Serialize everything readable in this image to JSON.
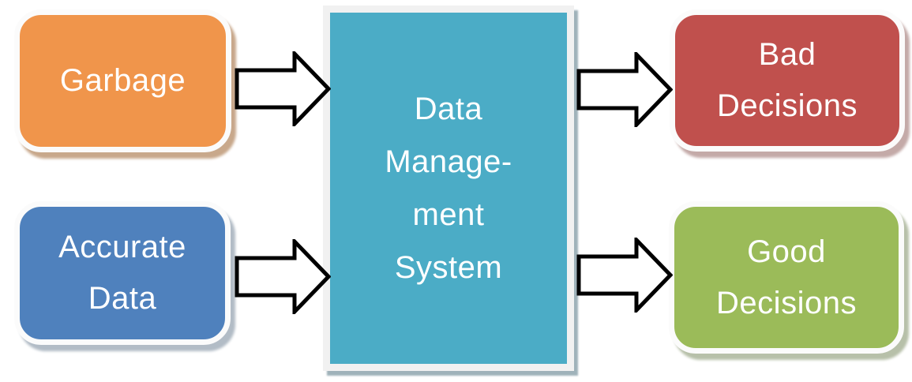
{
  "diagram": {
    "type": "flow",
    "background_color": "#ffffff",
    "nodes": {
      "garbage": {
        "label": "Garbage",
        "fill": "#F0954B",
        "text_color": "#ffffff",
        "shape": "rounded-rectangle"
      },
      "accurate_data": {
        "line1": "Accurate",
        "line2": "Data",
        "fill": "#4F81BD",
        "text_color": "#ffffff",
        "shape": "rounded-rectangle"
      },
      "data_management_system": {
        "line1": "Data",
        "line2": "Manage-",
        "line3": "ment",
        "line4": "System",
        "fill": "#4BACC6",
        "text_color": "#ffffff",
        "shape": "rectangle"
      },
      "bad_decisions": {
        "line1": "Bad",
        "line2": "Decisions",
        "fill": "#C0504D",
        "text_color": "#ffffff",
        "shape": "rounded-rectangle"
      },
      "good_decisions": {
        "line1": "Good",
        "line2": "Decisions",
        "fill": "#9BBB59",
        "text_color": "#ffffff",
        "shape": "rounded-rectangle"
      }
    },
    "edges": [
      {
        "from": "Garbage",
        "to": "Data Management System"
      },
      {
        "from": "Accurate Data",
        "to": "Data Management System"
      },
      {
        "from": "Data Management System",
        "to": "Bad Decisions"
      },
      {
        "from": "Data Management System",
        "to": "Good Decisions"
      }
    ],
    "arrow_style": {
      "fill": "#ffffff",
      "stroke": "#000000"
    }
  }
}
